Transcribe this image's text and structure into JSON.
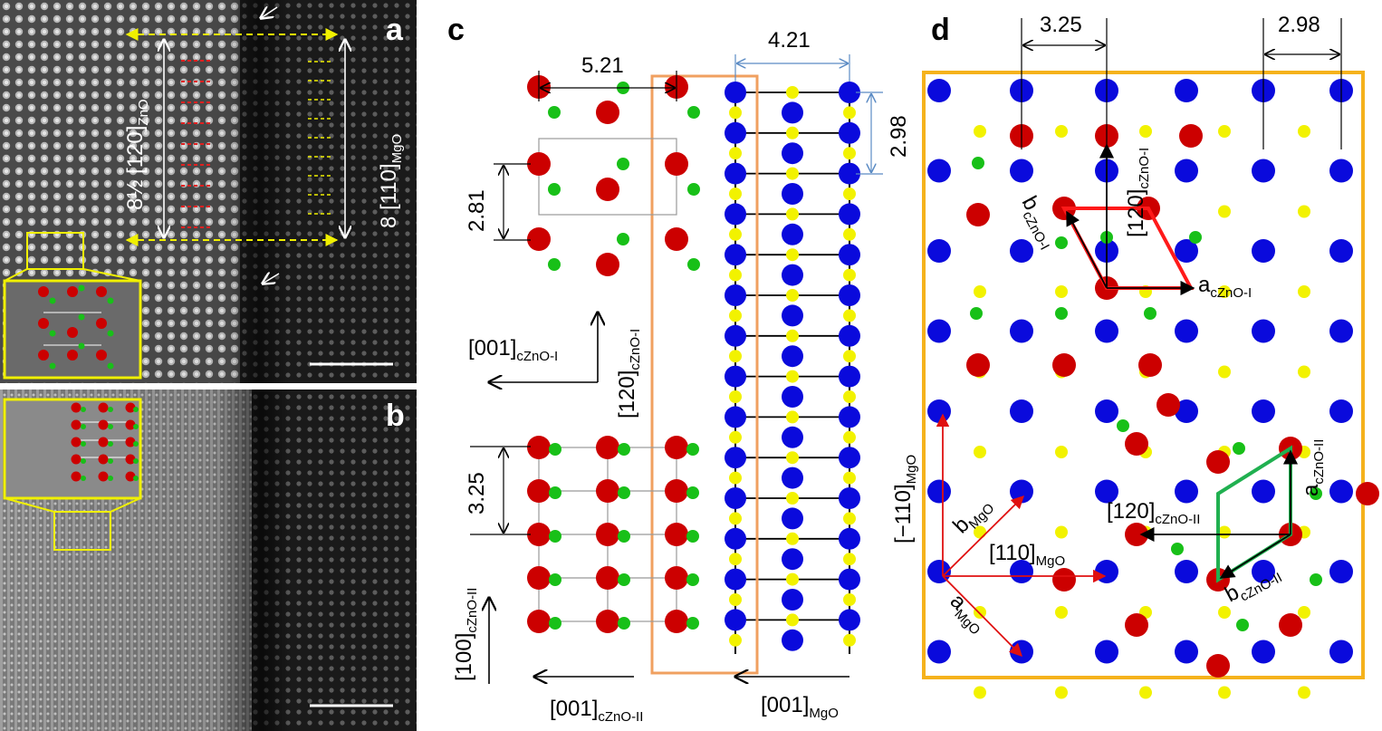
{
  "panels": {
    "a": "a",
    "b": "b",
    "c": "c",
    "d": "d"
  },
  "panel_a": {
    "left_label_main": "8½ [120]",
    "left_label_sub": "ZnO",
    "right_label_main": "8 [110]",
    "right_label_sub": "MgO"
  },
  "panel_c": {
    "dim_521": "5.21",
    "dim_421": "4.21",
    "dim_298": "2.98",
    "dim_281": "2.81",
    "dim_325": "3.25",
    "dir1_main": "[001]",
    "dir1_sub": "cZnO-I",
    "dir2_main": "[120]",
    "dir2_sub": "cZnO-I",
    "dir3_main": "[100]",
    "dir3_sub": "cZnO-II",
    "dir4_main": "[001]",
    "dir4_sub": "cZnO-II",
    "dir5_main": "[001]",
    "dir5_sub": "MgO"
  },
  "panel_d": {
    "dim_325": "3.25",
    "dim_298": "2.98",
    "mgo_dir_main": "[−110]",
    "mgo_dir_sub": "MgO",
    "v120_I_main": "[120]",
    "v120_I_sub": "cZnO-I",
    "b_I_main": "b",
    "b_I_sub": "cZnO-I",
    "a_I_main": "a",
    "a_I_sub": "cZnO-I",
    "b_mgo_main": "b",
    "b_mgo_sub": "MgO",
    "a_mgo_main": "a",
    "a_mgo_sub": "MgO",
    "v110_main": "[110]",
    "v110_sub": "MgO",
    "v120_II_main": "[120]",
    "v120_II_sub": "cZnO-II",
    "a_II_main": "a",
    "a_II_sub": "cZnO-II",
    "b_II_main": "b",
    "b_II_sub": "cZnO-II"
  },
  "colors": {
    "zn": "#cc0000",
    "o": "#18c018",
    "mg": "#0a0adc",
    "o_mgo": "#f2f200",
    "cell_frame": "#f5b21c",
    "ribbon": "#f0a060",
    "dim_blue": "#5b8bc4",
    "yellow_annot": "#f0f000"
  }
}
